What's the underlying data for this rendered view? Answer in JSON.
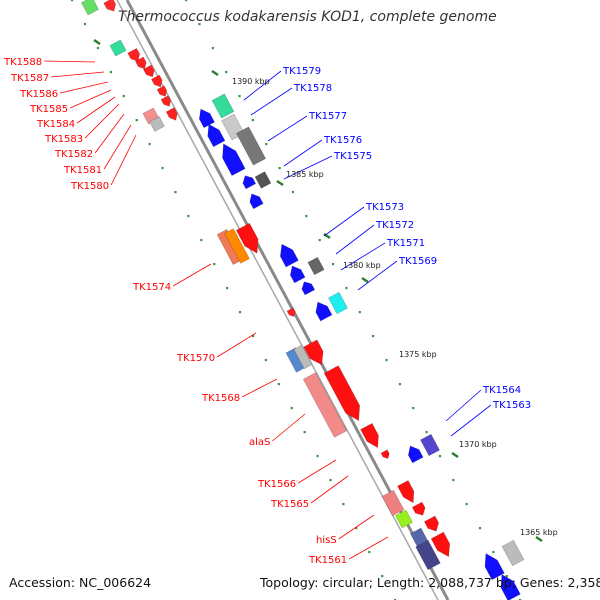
{
  "title": "Thermococcus kodakarensis KOD1, complete genome",
  "footer": {
    "accession": "Accession: NC_006624",
    "summary": "Topology: circular; Length: 2,088,737 bp; Genes: 2,358"
  },
  "colors": {
    "backbone": "#8a8a8a",
    "forward_strand_genes": "#ff0000",
    "reverse_strand_genes": "#0000ff",
    "leader_red": "#ff0000",
    "leader_blue": "#0000ff",
    "tick_dot": "#339933"
  },
  "scale_labels": [
    "1390 kbp",
    "1385 kbp",
    "1380 kbp",
    "1375 kbp",
    "1370 kbp",
    "1365 kbp"
  ],
  "gene_labels_left": [
    "TK1588",
    "TK1587",
    "TK1586",
    "TK1585",
    "TK1584",
    "TK1583",
    "TK1582",
    "TK1581",
    "TK1580",
    "TK1574",
    "TK1570",
    "TK1568",
    "alaS",
    "TK1566",
    "TK1565",
    "hisS",
    "TK1561"
  ],
  "gene_labels_right": [
    "TK1579",
    "TK1578",
    "TK1577",
    "TK1576",
    "TK1575",
    "TK1573",
    "TK1572",
    "TK1571",
    "TK1569",
    "TK1564",
    "TK1563"
  ]
}
